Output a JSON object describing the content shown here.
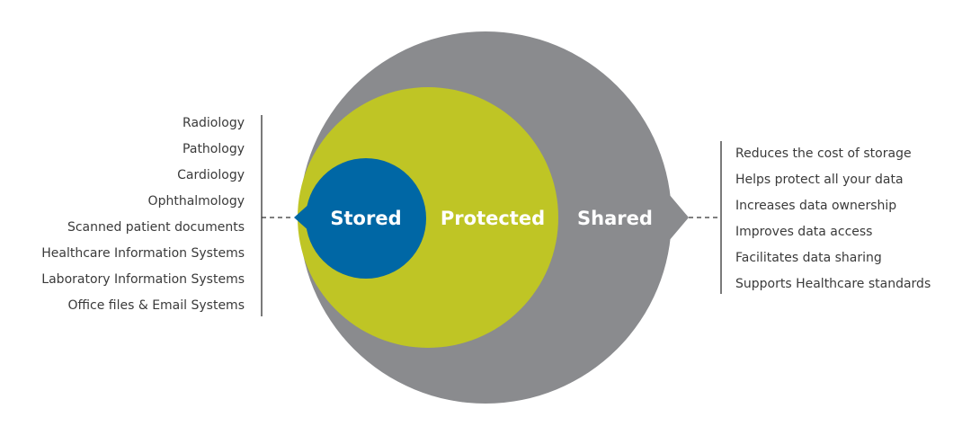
{
  "colors": {
    "shared": "#8a8b8e",
    "protected": "#bfc525",
    "stored": "#0067a5",
    "text": "#3a3a3a",
    "lines": "#333333"
  },
  "circles": {
    "stored_label": "Stored",
    "protected_label": "Protected",
    "shared_label": "Shared"
  },
  "left_list": [
    "Radiology",
    "Pathology",
    "Cardiology",
    "Ophthalmology",
    "Scanned patient documents",
    "Healthcare Information Systems",
    "Laboratory Information Systems",
    "Office files & Email Systems"
  ],
  "right_list": [
    "Reduces the cost of storage",
    "Helps protect all your data",
    "Increases data ownership",
    "Improves data access",
    "Facilitates data sharing",
    "Supports Healthcare standards"
  ]
}
